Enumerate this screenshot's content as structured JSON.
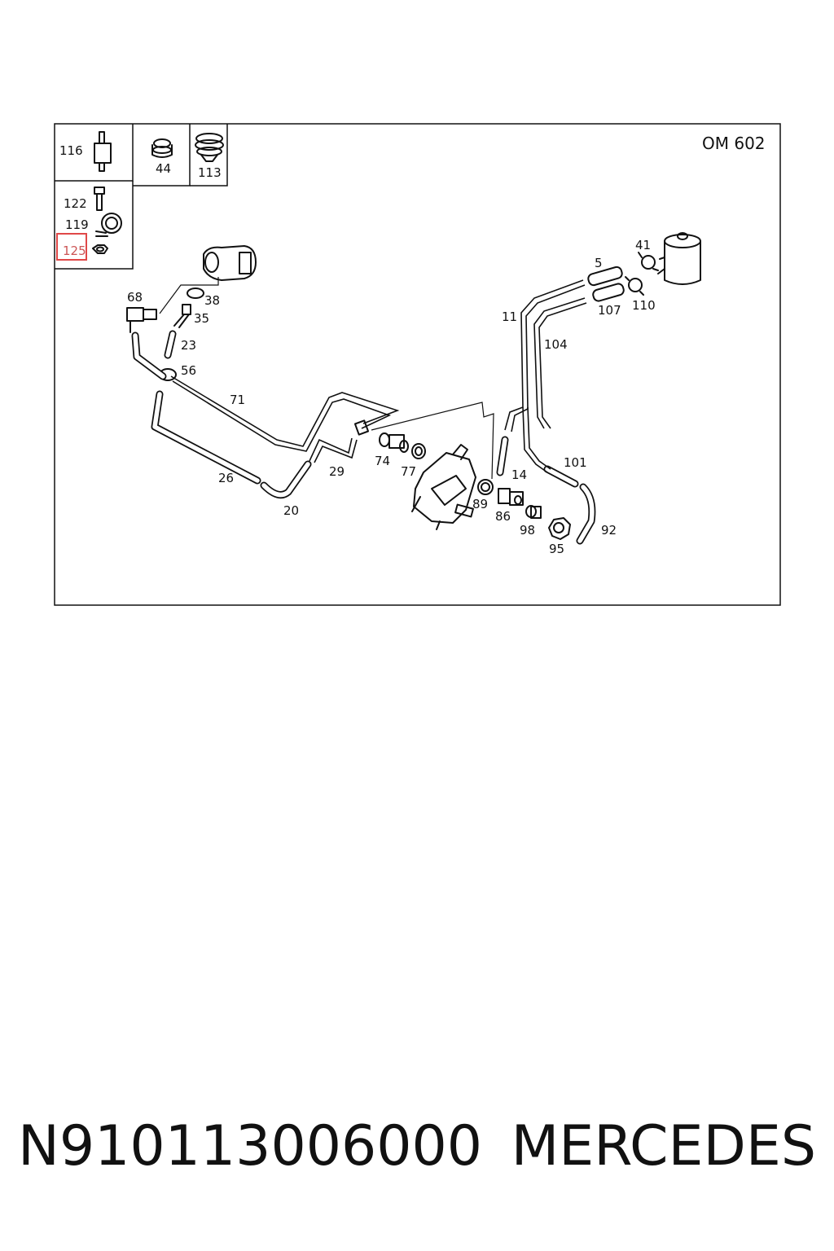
{
  "diagram": {
    "engine_code": "OM 602",
    "highlight_color": "#e04848",
    "highlighted_part": "125",
    "callouts": {
      "p116": "116",
      "p44": "44",
      "p113": "113",
      "p122": "122",
      "p119": "119",
      "p125": "125",
      "p68": "68",
      "p38": "38",
      "p35": "35",
      "p23": "23",
      "p56": "56",
      "p71": "71",
      "p26": "26",
      "p20": "20",
      "p29": "29",
      "p74": "74",
      "p77": "77",
      "p14": "14",
      "p89": "89",
      "p86": "86",
      "p98": "98",
      "p95": "95",
      "p92": "92",
      "p101": "101",
      "p11": "11",
      "p104": "104",
      "p5": "5",
      "p107": "107",
      "p41": "41",
      "p110": "110"
    }
  },
  "footer": {
    "part_number": "N910113006000",
    "brand": "MERCEDES"
  }
}
